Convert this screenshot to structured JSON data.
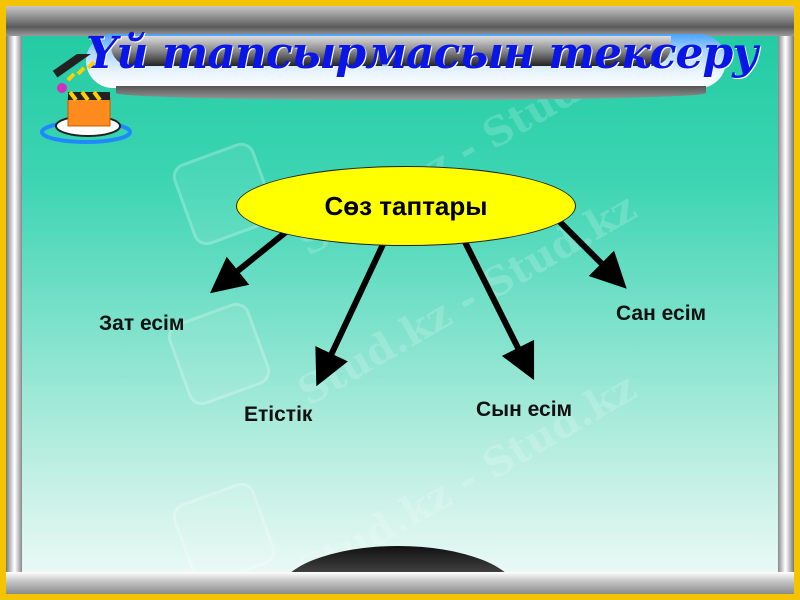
{
  "slide": {
    "title": "Үй тапсырмасын тексеру",
    "center_node": "Сөз таптары",
    "branches": [
      {
        "label": "Зат есім"
      },
      {
        "label": "Етістік"
      },
      {
        "label": "Сын есім"
      },
      {
        "label": "Сан есім"
      }
    ],
    "icons": {
      "clapperboard": "clapperboard-icon"
    },
    "watermark": "Stud.kz - Stud.kz",
    "colors": {
      "frame": "#f5c400",
      "title": "#0a16e6",
      "center_fill": "#ffff00",
      "background_top": "#1ec9a0",
      "background_bottom": "#f2fbf8"
    }
  }
}
